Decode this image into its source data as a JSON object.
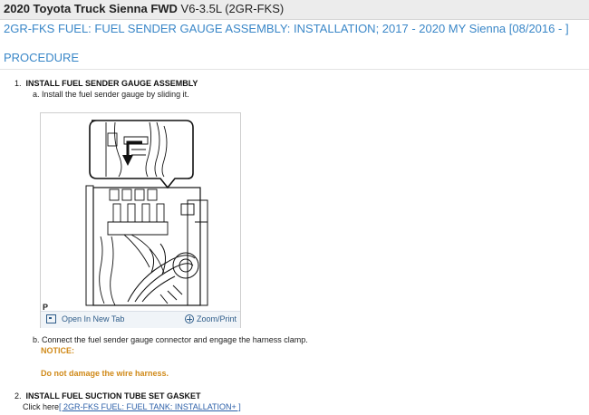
{
  "header": {
    "vehicle": "2020 Toyota Truck Sienna FWD",
    "engine": "V6-3.5L (2GR-FKS)"
  },
  "document": {
    "title": "2GR-FKS FUEL: FUEL SENDER GAUGE ASSEMBLY: INSTALLATION; 2017 - 2020 MY Sienna [08/2016 -",
    "title_close": "]",
    "section": "PROCEDURE"
  },
  "steps": [
    {
      "num": "1.",
      "title": "INSTALL FUEL SENDER GAUGE ASSEMBLY",
      "sub_a_label": "a.",
      "sub_a_text": "Install the fuel sender gauge by sliding it.",
      "sub_b_label": "b.",
      "sub_b_text": "Connect the fuel sender gauge connector and engage the harness clamp.",
      "notice_label": "NOTICE:",
      "notice_text": "Do not damage the wire harness."
    },
    {
      "num": "2.",
      "title": "INSTALL FUEL SUCTION TUBE SET GASKET",
      "click_text": "Click here",
      "link_text": "[ 2GR-FKS FUEL: FUEL TANK: INSTALLATION+ ]"
    }
  ],
  "figure": {
    "corner_label": "P",
    "open_tab_label": "Open In New Tab",
    "zoom_label": "Zoom/Print",
    "open_icon": "open-new-tab-icon",
    "zoom_icon": "zoom-plus-icon"
  }
}
